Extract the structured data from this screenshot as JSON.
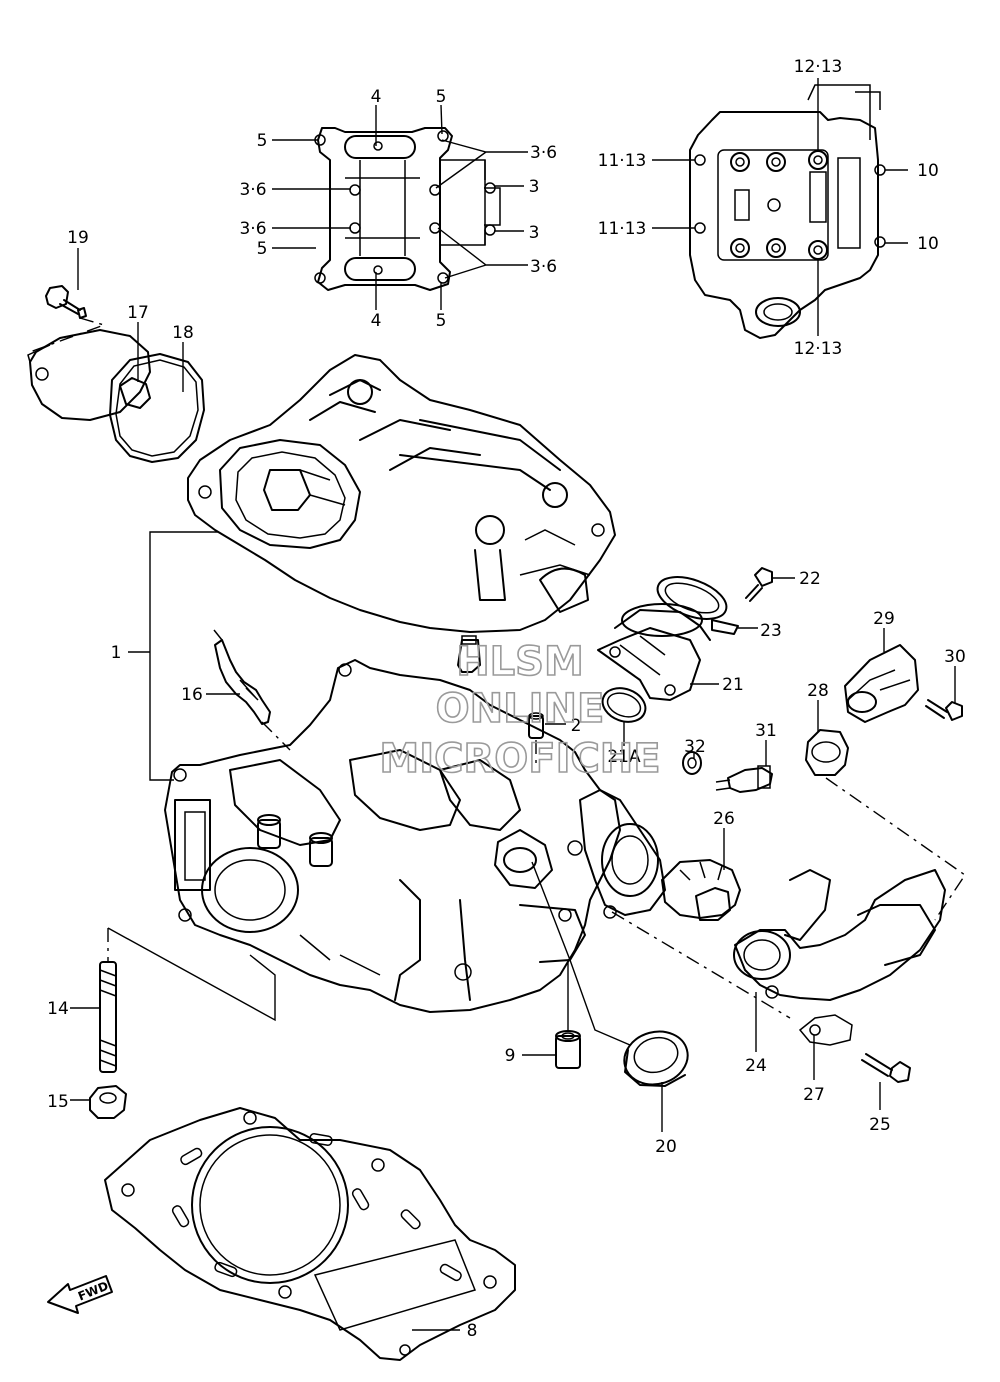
{
  "watermark": {
    "line1": "HLSM",
    "line2": "ONLINE",
    "line3": "MICROFICHE"
  },
  "direction_badge": "FWD",
  "callouts": [
    {
      "id": "c-12-13-top",
      "text": "12·13"
    },
    {
      "id": "c-4-top",
      "text": "4"
    },
    {
      "id": "c-5-top",
      "text": "5"
    },
    {
      "id": "c-5-ul",
      "text": "5"
    },
    {
      "id": "c-3-6-r1",
      "text": "3·6"
    },
    {
      "id": "c-11-13-a",
      "text": "11·13"
    },
    {
      "id": "c-10-a",
      "text": "10"
    },
    {
      "id": "c-3-6-l1",
      "text": "3·6"
    },
    {
      "id": "c-3-a",
      "text": "3"
    },
    {
      "id": "c-19",
      "text": "19"
    },
    {
      "id": "c-3-6-l2",
      "text": "3·6"
    },
    {
      "id": "c-3-b",
      "text": "3"
    },
    {
      "id": "c-11-13-b",
      "text": "11·13"
    },
    {
      "id": "c-10-b",
      "text": "10"
    },
    {
      "id": "c-3-6-r2",
      "text": "3·6"
    },
    {
      "id": "c-5-ll",
      "text": "5"
    },
    {
      "id": "c-17",
      "text": "17"
    },
    {
      "id": "c-4-bot",
      "text": "4"
    },
    {
      "id": "c-5-bot",
      "text": "5"
    },
    {
      "id": "c-12-13-bot",
      "text": "12·13"
    },
    {
      "id": "c-18",
      "text": "18"
    },
    {
      "id": "c-22",
      "text": "22"
    },
    {
      "id": "c-23",
      "text": "23"
    },
    {
      "id": "c-29",
      "text": "29"
    },
    {
      "id": "c-1",
      "text": "1"
    },
    {
      "id": "c-30",
      "text": "30"
    },
    {
      "id": "c-21",
      "text": "21"
    },
    {
      "id": "c-28",
      "text": "28"
    },
    {
      "id": "c-16",
      "text": "16"
    },
    {
      "id": "c-2",
      "text": "2"
    },
    {
      "id": "c-31",
      "text": "31"
    },
    {
      "id": "c-32",
      "text": "32"
    },
    {
      "id": "c-21a",
      "text": "21A"
    },
    {
      "id": "c-26",
      "text": "26"
    },
    {
      "id": "c-14",
      "text": "14"
    },
    {
      "id": "c-9",
      "text": "9"
    },
    {
      "id": "c-24",
      "text": "24"
    },
    {
      "id": "c-27",
      "text": "27"
    },
    {
      "id": "c-15",
      "text": "15"
    },
    {
      "id": "c-25",
      "text": "25"
    },
    {
      "id": "c-20",
      "text": "20"
    },
    {
      "id": "c-8",
      "text": "8"
    }
  ]
}
